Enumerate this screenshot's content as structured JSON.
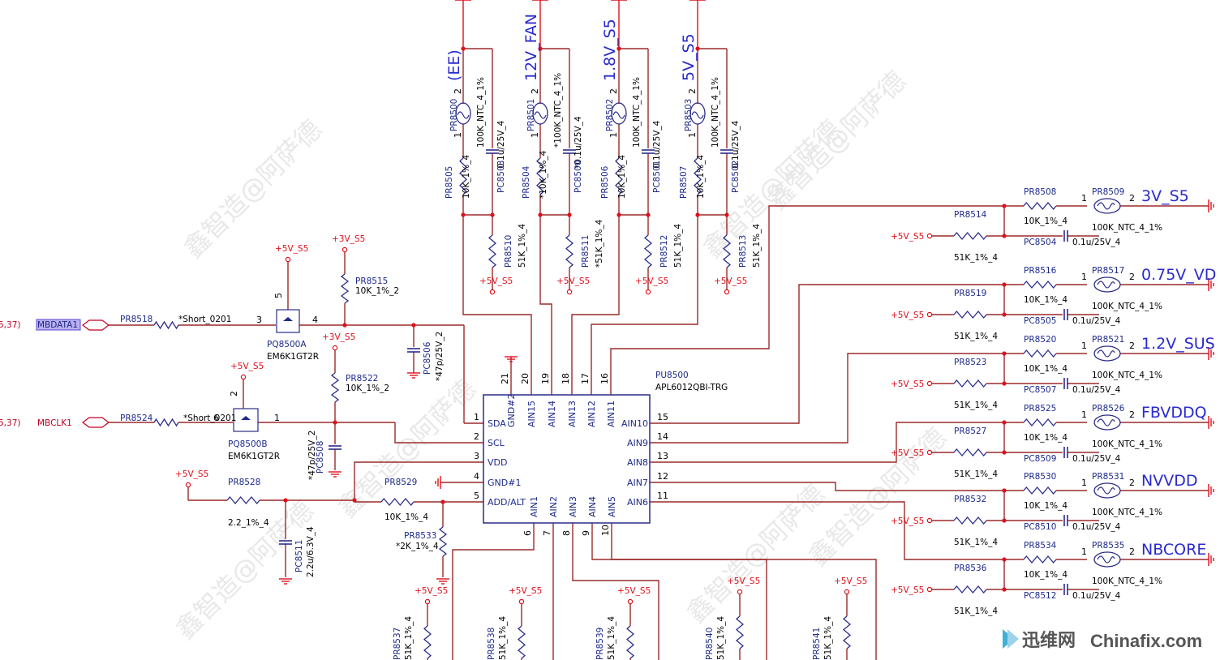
{
  "watermark": {
    "text": "鑫智造@阿萨德"
  },
  "brand": {
    "cn": "迅维网",
    "en": "Chinafix.com"
  },
  "ic": {
    "ref": "PU8500",
    "part": "APL6012QBI-TRG",
    "left_pins": [
      {
        "num": "1",
        "name": "SDA"
      },
      {
        "num": "2",
        "name": "SCL"
      },
      {
        "num": "3",
        "name": "VDD"
      },
      {
        "num": "4",
        "name": "GND#1"
      },
      {
        "num": "5",
        "name": "ADD/ALT"
      }
    ],
    "right_pins": [
      {
        "num": "15",
        "name": "AIN10"
      },
      {
        "num": "14",
        "name": "AIN9"
      },
      {
        "num": "13",
        "name": "AIN8"
      },
      {
        "num": "12",
        "name": "AIN7"
      },
      {
        "num": "11",
        "name": "AIN6"
      }
    ],
    "top_pins": [
      {
        "num": "21",
        "name": "GND#2"
      },
      {
        "num": "20",
        "name": "AIN15"
      },
      {
        "num": "19",
        "name": "AIN14"
      },
      {
        "num": "18",
        "name": "AIN13"
      },
      {
        "num": "17",
        "name": "AIN12"
      },
      {
        "num": "16",
        "name": "AIN11"
      }
    ],
    "bottom_pins": [
      {
        "num": "6",
        "name": "AIN1"
      },
      {
        "num": "7",
        "name": "AIN2"
      },
      {
        "num": "8",
        "name": "AIN3"
      },
      {
        "num": "9",
        "name": "AIN4"
      },
      {
        "num": "10",
        "name": "AIN5"
      }
    ]
  },
  "top_sensors": [
    {
      "rail": "(EE)",
      "ntc": "PR8500",
      "ntc_val": "100K_NTC_4_1%",
      "cap": "PC8503",
      "cap_val": "0.1u/25V_4",
      "res": "PR8505",
      "res_val": "10K_1%_4",
      "pull": "PR8510",
      "pull_val": "51K_1%_4",
      "supply": "+5V_S5"
    },
    {
      "rail": "12V_FAN",
      "ntc": "PR8501",
      "ntc_val": "*100K_NTC_4_1%",
      "cap": "PC8500",
      "cap_val": "*0.1u/25V_4",
      "res": "PR8504",
      "res_val": "*10K_1%_4",
      "pull": "PR8511",
      "pull_val": "*51K_1%_4",
      "supply": "+5V_S5"
    },
    {
      "rail": "1.8V_S5",
      "ntc": "PR8502",
      "ntc_val": "100K_NTC_4_1%",
      "cap": "PC8501",
      "cap_val": "0.1u/25V_4",
      "res": "PR8506",
      "res_val": "10K_1%_4",
      "pull": "PR8512",
      "pull_val": "51K_1%_4",
      "supply": "+5V_S5"
    },
    {
      "rail": "5V_S5",
      "ntc": "PR8503",
      "ntc_val": "100K_NTC_4_1%",
      "cap": "PC8502",
      "cap_val": "0.1u/25V_4",
      "res": "PR8507",
      "res_val": "10K_1%_4",
      "pull": "PR8513",
      "pull_val": "51K_1%_4",
      "supply": "+5V_S5"
    }
  ],
  "right_sensors": [
    {
      "rail": "3V_S5",
      "res": "PR8508",
      "res_val": "10K_1%_4",
      "ntc": "PR8509",
      "ntc_val": "100K_NTC_4_1%",
      "pull": "PR8514",
      "pull_val": "51K_1%_4",
      "cap": "PC8504",
      "cap_val": "0.1u/25V_4",
      "supply": "+5V_S5"
    },
    {
      "rail": "0.75V_VD",
      "res": "PR8516",
      "res_val": "10K_1%_4",
      "ntc": "PR8517",
      "ntc_val": "100K_NTC_4_1%",
      "pull": "PR8519",
      "pull_val": "51K_1%_4",
      "cap": "PC8505",
      "cap_val": "0.1u/25V_4",
      "supply": "+5V_S5"
    },
    {
      "rail": "1.2V_SUS",
      "res": "PR8520",
      "res_val": "10K_1%_4",
      "ntc": "PR8521",
      "ntc_val": "100K_NTC_4_1%",
      "pull": "PR8523",
      "pull_val": "51K_1%_4",
      "cap": "PC8507",
      "cap_val": "0.1u/25V_4",
      "supply": "+5V_S5"
    },
    {
      "rail": "FBVDDQ",
      "res": "PR8525",
      "res_val": "10K_1%_4",
      "ntc": "PR8526",
      "ntc_val": "100K_NTC_4_1%",
      "pull": "PR8527",
      "pull_val": "51K_1%_4",
      "cap": "PC8509",
      "cap_val": "0.1u/25V_4",
      "supply": "+5V_S5"
    },
    {
      "rail": "NVVDD",
      "res": "PR8530",
      "res_val": "10K_1%_4",
      "ntc": "PR8531",
      "ntc_val": "100K_NTC_4_1%",
      "pull": "PR8532",
      "pull_val": "51K_1%_4",
      "cap": "PC8510",
      "cap_val": "0.1u/25V_4",
      "supply": "+5V_S5"
    },
    {
      "rail": "NBCORE",
      "res": "PR8534",
      "res_val": "10K_1%_4",
      "ntc": "PR8535",
      "ntc_val": "100K_NTC_4_1%",
      "pull": "PR8536",
      "pull_val": "51K_1%_4",
      "cap": "PC8512",
      "cap_val": "0.1u/25V_4",
      "supply": "+5V_S5"
    }
  ],
  "left": {
    "net_data": "MBDATA1",
    "net_clk": "MBCLK1",
    "ref_data": "5,37)",
    "ref_clk": "5,37)",
    "pr8518": "PR8518",
    "pr8518_val": "*Short_0201",
    "pr8524": "PR8524",
    "pr8524_val": "*Short_0201",
    "q_a": "PQ8500A",
    "q_a_part": "EM6K1GT2R",
    "q_b": "PQ8500B",
    "q_b_part": "EM6K1GT2R",
    "q_a_pins": [
      "5",
      "3",
      "4"
    ],
    "q_b_pins": [
      "2",
      "6",
      "1"
    ],
    "pr8515": "PR8515",
    "pr8515_val": "10K_1%_2",
    "pr8522": "PR8522",
    "pr8522_val": "10K_1%_2",
    "pc8506": "PC8506",
    "pc8506_val": "*47p/25V_2",
    "pc8508": "PC8508",
    "pc8508_val": "*47p/25V_2",
    "pr8528": "PR8528",
    "pr8528_val": "2.2_1%_4",
    "pc8511": "PC8511",
    "pc8511_val": "2.2u/6.3V_4",
    "pr8529": "PR8529",
    "pr8529_val": "10K_1%_4",
    "pr8533": "PR8533",
    "pr8533_val": "*2K_1%_4",
    "pwr_5v": "+5V_S5",
    "pwr_3v": "+3V_S5"
  },
  "bottom": {
    "refs": [
      "PR8537",
      "PR8538",
      "PR8539",
      "PR8540",
      "PR8541"
    ],
    "vals": [
      "51K_1%_4",
      "51K_1%_4",
      "51K_1%_4",
      "51K_1%_4",
      "51K_1%_4"
    ],
    "supply": "+5V_S5"
  },
  "chart_data": {
    "type": "schematic",
    "ic": "PU8500 APL6012QBI-TRG",
    "thermal_inputs": [
      "(EE)",
      "12V_FAN",
      "1.8V_S5",
      "5V_S5",
      "3V_S5",
      "0.75V_VD",
      "1.2V_SUS",
      "FBVDDQ",
      "NVVDD",
      "NBCORE"
    ],
    "bus": [
      "MBDATA1",
      "MBCLK1"
    ]
  }
}
